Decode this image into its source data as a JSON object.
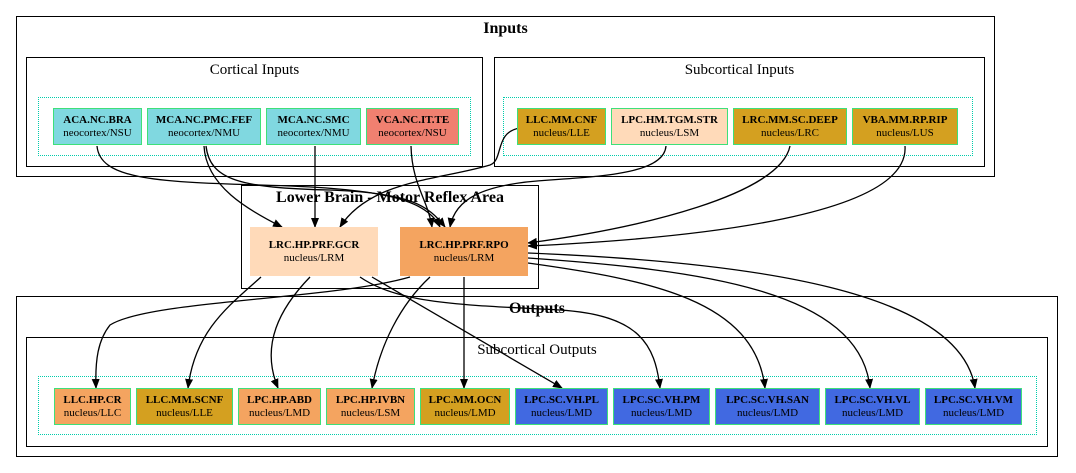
{
  "clusters": {
    "inputs": "Inputs",
    "cortical_inputs": "Cortical Inputs",
    "subcortical_inputs": "Subcortical Inputs",
    "lower_brain": "Lower Brain - Motor Reflex Area",
    "outputs": "Outputs",
    "subcortical_outputs": "Subcortical Outputs"
  },
  "colors": {
    "light_blue": "#80d8e0",
    "salmon": "#f08070",
    "goldenrod": "#d4a020",
    "peach": "#ffdab9",
    "sandy": "#f4a460",
    "royal_blue": "#4169e1",
    "node_border": "#3ee07a"
  },
  "cortical_inputs": [
    {
      "name": "ACA.NC.BRA",
      "sub": "neocortex/NSU",
      "color": "#80d8e0"
    },
    {
      "name": "MCA.NC.PMC.FEF",
      "sub": "neocortex/NMU",
      "color": "#80d8e0"
    },
    {
      "name": "MCA.NC.SMC",
      "sub": "neocortex/NMU",
      "color": "#80d8e0"
    },
    {
      "name": "VCA.NC.IT.TE",
      "sub": "neocortex/NSU",
      "color": "#f08070"
    }
  ],
  "subcortical_inputs": [
    {
      "name": "LLC.MM.CNF",
      "sub": "nucleus/LLE",
      "color": "#d4a020"
    },
    {
      "name": "LPC.HM.TGM.STR",
      "sub": "nucleus/LSM",
      "color": "#ffdab9"
    },
    {
      "name": "LRC.MM.SC.DEEP",
      "sub": "nucleus/LRC",
      "color": "#d4a020"
    },
    {
      "name": "VBA.MM.RP.RIP",
      "sub": "nucleus/LUS",
      "color": "#d4a020"
    }
  ],
  "lower_brain": [
    {
      "name": "LRC.HP.PRF.GCR",
      "sub": "nucleus/LRM",
      "color": "#ffdab9"
    },
    {
      "name": "LRC.HP.PRF.RPO",
      "sub": "nucleus/LRM",
      "color": "#f4a460"
    }
  ],
  "subcortical_outputs": [
    {
      "name": "LLC.HP.CR",
      "sub": "nucleus/LLC",
      "color": "#f4a460"
    },
    {
      "name": "LLC.MM.SCNF",
      "sub": "nucleus/LLE",
      "color": "#d4a020"
    },
    {
      "name": "LPC.HP.ABD",
      "sub": "nucleus/LMD",
      "color": "#f4a460"
    },
    {
      "name": "LPC.HP.IVBN",
      "sub": "nucleus/LSM",
      "color": "#f4a460"
    },
    {
      "name": "LPC.MM.OCN",
      "sub": "nucleus/LMD",
      "color": "#d4a020"
    },
    {
      "name": "LPC.SC.VH.PL",
      "sub": "nucleus/LMD",
      "color": "#4169e1"
    },
    {
      "name": "LPC.SC.VH.PM",
      "sub": "nucleus/LMD",
      "color": "#4169e1"
    },
    {
      "name": "LPC.SC.VH.SAN",
      "sub": "nucleus/LMD",
      "color": "#4169e1"
    },
    {
      "name": "LPC.SC.VH.VL",
      "sub": "nucleus/LMD",
      "color": "#4169e1"
    },
    {
      "name": "LPC.SC.VH.VM",
      "sub": "nucleus/LMD",
      "color": "#4169e1"
    }
  ],
  "edges": [
    [
      "ACA.NC.BRA",
      "LRC.HP.PRF.RPO"
    ],
    [
      "MCA.NC.PMC.FEF",
      "LRC.HP.PRF.GCR"
    ],
    [
      "MCA.NC.PMC.FEF",
      "LRC.HP.PRF.RPO"
    ],
    [
      "MCA.NC.SMC",
      "LRC.HP.PRF.GCR"
    ],
    [
      "VCA.NC.IT.TE",
      "LRC.HP.PRF.RPO"
    ],
    [
      "LLC.MM.CNF",
      "LRC.HP.PRF.GCR"
    ],
    [
      "LPC.HM.TGM.STR",
      "LRC.HP.PRF.RPO"
    ],
    [
      "LRC.MM.SC.DEEP",
      "LRC.HP.PRF.RPO"
    ],
    [
      "VBA.MM.RP.RIP",
      "LRC.HP.PRF.RPO"
    ],
    [
      "LRC.HP.PRF.GCR",
      "LPC.HP.ABD"
    ],
    [
      "LRC.HP.PRF.GCR",
      "LLC.MM.SCNF"
    ],
    [
      "LRC.HP.PRF.GCR",
      "LPC.SC.VH.PM"
    ],
    [
      "LRC.HP.PRF.GCR",
      "LPC.SC.VH.PL"
    ],
    [
      "LRC.HP.PRF.RPO",
      "LLC.HP.CR"
    ],
    [
      "LRC.HP.PRF.RPO",
      "LPC.HP.IVBN"
    ],
    [
      "LRC.HP.PRF.RPO",
      "LPC.MM.OCN"
    ],
    [
      "LRC.HP.PRF.RPO",
      "LPC.SC.VH.SAN"
    ],
    [
      "LRC.HP.PRF.RPO",
      "LPC.SC.VH.VL"
    ],
    [
      "LRC.HP.PRF.RPO",
      "LPC.SC.VH.VM"
    ]
  ]
}
